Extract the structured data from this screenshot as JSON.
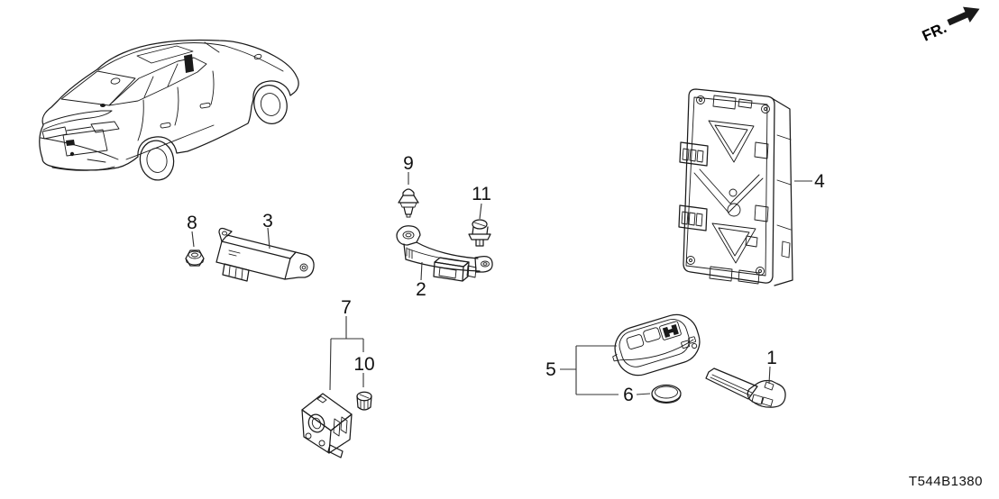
{
  "diagram": {
    "code": "T544B1380",
    "orientation_label": "FR."
  },
  "part_labels": {
    "1": "1",
    "2": "2",
    "3": "3",
    "4": "4",
    "5": "5",
    "6": "6",
    "7": "7",
    "8": "8",
    "9": "9",
    "10": "10",
    "11": "11"
  },
  "colors": {
    "line": "#1a1a1a",
    "background": "#ffffff"
  }
}
